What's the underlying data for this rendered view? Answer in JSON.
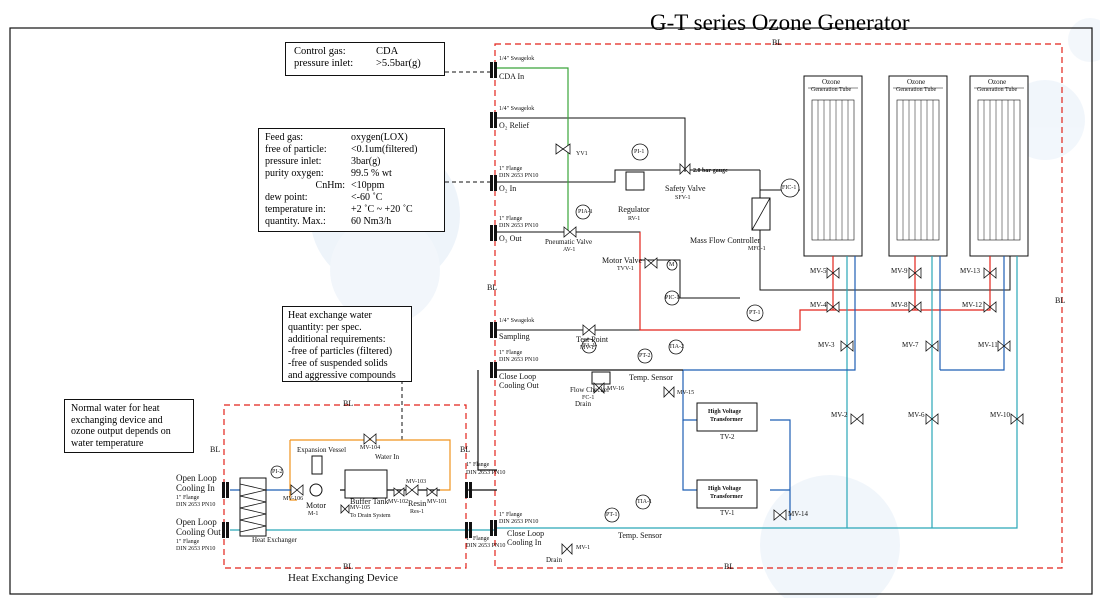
{
  "title": "G-T series Ozone Generator",
  "boundary_label": "BL",
  "notes": {
    "control_gas": [
      {
        "k": "Control gas:",
        "v": "CDA"
      },
      {
        "k": "pressure inlet:",
        "v": ">5.5bar(g)"
      }
    ],
    "feed_gas": [
      {
        "k": "Feed gas:",
        "v": "oxygen(LOX)"
      },
      {
        "k": "free of particle:",
        "v": "<0.1um(filtered)"
      },
      {
        "k": "pressure inlet:",
        "v": "3bar(g)"
      },
      {
        "k": "purity oxygen:",
        "v": "99.5 % wt"
      },
      {
        "k": "CnHm:",
        "v": "<10ppm"
      },
      {
        "k": "dew point:",
        "v": "<-60 ˚C"
      },
      {
        "k": "temperature in:",
        "v": "+2 ˚C ~ +20 ˚C"
      },
      {
        "k": "quantity. Max.:",
        "v": "60 Nm3/h"
      }
    ],
    "heat_exchange_water": [
      "Heat exchange water",
      "quantity: per spec.",
      "additional requirements:",
      "-free of particles (filtered)",
      "-free of suspended solids",
      "and aggressive compounds"
    ],
    "normal_water": [
      "Normal water for heat",
      "exchanging device and",
      "ozone output depends on",
      "water temperature"
    ]
  },
  "ports": {
    "cda_in": {
      "spec": "1/4\" Swagelok",
      "name": "CDA In"
    },
    "o2_relief": {
      "spec": "1/4\" Swagelok",
      "name": "O₂ Relief"
    },
    "o2_in": {
      "spec1": "1\" Flange",
      "spec2": "DIN 2653 PN10",
      "name": "O₂ In"
    },
    "o3_out": {
      "spec1": "1\" Flange",
      "spec2": "DIN 2653 PN10",
      "name": "O₃ Out"
    },
    "sampling": {
      "spec": "1/4\" Swagelok",
      "name": "Sampling"
    },
    "close_loop_out": {
      "spec1": "1\" Flange",
      "spec2": "DIN 2653 PN10",
      "name1": "Close Loop",
      "name2": "Cooling Out"
    },
    "close_loop_in": {
      "spec1": "1\" Flange",
      "spec2": "DIN 2653 PN10",
      "name1": "Close Loop",
      "name2": "Cooling In"
    },
    "hx_right_top": {
      "spec1": "1\" Flange",
      "spec2": "DIN 2653 PN10"
    },
    "hx_right_bottom": {
      "spec1": "1\" Flange",
      "spec2": "DIN 2653 PN10"
    },
    "open_loop_in": {
      "name1": "Open Loop",
      "name2": "Cooling In",
      "spec1": "1\" Flange",
      "spec2": "DIN 2653 PN10"
    },
    "open_loop_out": {
      "name1": "Open Loop",
      "name2": "Cooling Out",
      "spec1": "1\" Flange",
      "spec2": "DIN 2653 PN10"
    }
  },
  "components": {
    "yv1": "YV1",
    "pia1": "PIA-1",
    "pneumatic_valve": "Pneumatic Valve",
    "av1": "AV-1",
    "pi1": "PI-1",
    "regulator": "Regulator",
    "rv1": "RV-1",
    "gauge": "2.0 bar-gauge",
    "safety_valve": "Safety Valve",
    "sfv1": "SFV-1",
    "fic1": "FIC-1",
    "mfc": "Mass Flow Controller",
    "mfc1": "MFC-1",
    "motor_valve": "Motor Valve",
    "tvv1": "TVV-1",
    "m": "M",
    "pic1": "PIC-1",
    "pt1": "PT-1",
    "test_point": "Test Point",
    "mv17": "MV-17",
    "fa1": "FA-1",
    "flow_checker": "Flow Checker",
    "fc1": "FC-1",
    "drain": "Drain",
    "mv16": "MV-16",
    "tia2": "TIA-2",
    "pt2": "PT-2",
    "temp_sensor": "Temp. Sensor",
    "mv15": "MV-15",
    "hvt": "High Voltage",
    "hvt2": "Transformer",
    "tv2": "TV-2",
    "tv1": "TV-1",
    "mv14": "MV-14",
    "tia1": "TIA-1",
    "pt_lower": "PT-1",
    "mv1": "MV-1",
    "expansion_vessel": "Expansion Vessel",
    "mv104": "MV-104",
    "water_in": "Water In",
    "pi2": "PI-2",
    "mv106": "MV-106",
    "motor": "Motor",
    "m1": "M-1",
    "buffer_tank": "Buffer Tank",
    "mv102": "MV-102",
    "mv103": "MV-103",
    "mv101": "MV-101",
    "resin": "Resin",
    "res1": "Res-1",
    "mv105": "MV-105",
    "to_drain": "To Drain System",
    "heat_exchanger": "Heat Exchanger",
    "hx_device": "Heat Exchanging Device",
    "ozone": "Ozone",
    "gen_tube": "Generation Tube"
  },
  "valves": {
    "mv5": "MV-5",
    "mv9": "MV-9",
    "mv13": "MV-13",
    "mv4": "MV-4",
    "mv8": "MV-8",
    "mv12": "MV-12",
    "mv3": "MV-3",
    "mv7": "MV-7",
    "mv11": "MV-11",
    "mv2": "MV-2",
    "mv6": "MV-6",
    "mv10": "MV-10"
  },
  "colors": {
    "boundary": "#e2231a",
    "green_line": "#3aa53a",
    "red_line": "#e2231a",
    "blue_line": "#1f5fb4",
    "cyan_line": "#2aa7b8",
    "orange_line": "#f0941e",
    "black": "#111111"
  }
}
